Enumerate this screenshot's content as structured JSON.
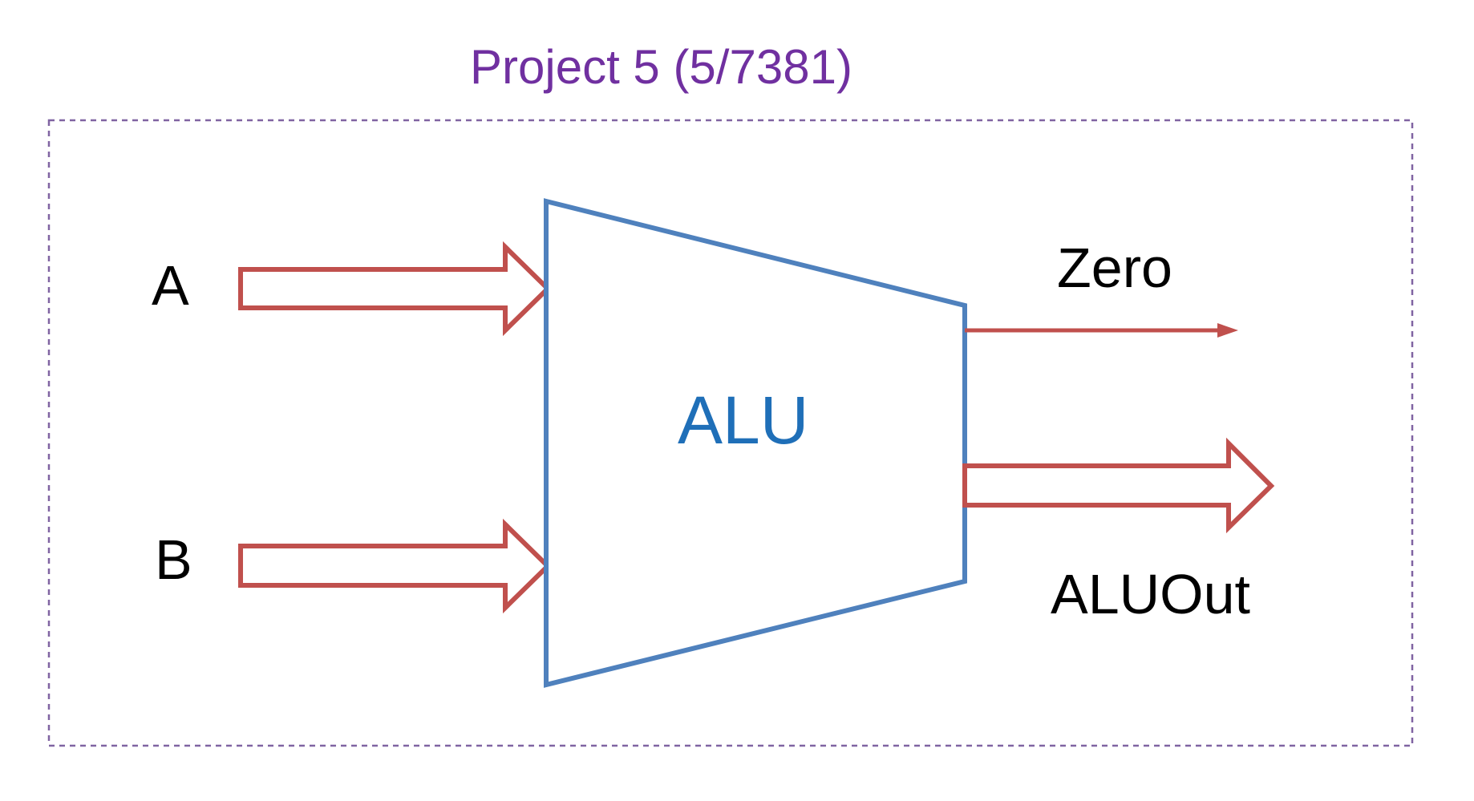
{
  "title": "Project 5 (5/7381)",
  "alu_label": "ALU",
  "inputs": {
    "a_label": "A",
    "b_label": "B"
  },
  "outputs": {
    "zero_label": "Zero",
    "aluout_label": "ALUOut"
  },
  "colors": {
    "title": "#7030a0",
    "alu_outline": "#4f81bd",
    "alu_text": "#1f6fb8",
    "arrows": "#c0504d",
    "dashed_border": "#8064a2",
    "labels": "#000000"
  }
}
